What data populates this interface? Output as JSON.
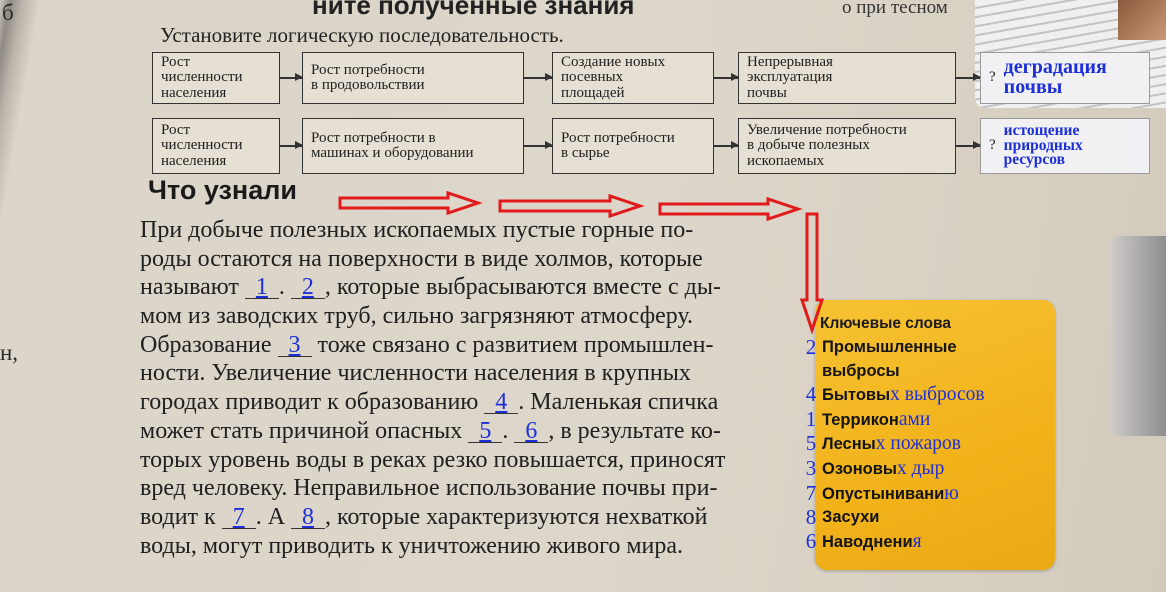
{
  "page": {
    "heading_fragment": "ните полученные знания",
    "corner_fragment": "о при тесном",
    "margin_fragments": [
      "б",
      "н,"
    ]
  },
  "task": {
    "instruction": "Установите логическую последовательность.",
    "rows": [
      {
        "boxes": [
          "Рост\nчисленности\nнаселения",
          "Рост потребности\nв продовольствии",
          "Создание новых\nпосевных\nплощадей",
          "Непрерывная\nэксплуатация\nпочвы"
        ],
        "answer_mark": "?",
        "answer": "деградация\nпочвы"
      },
      {
        "boxes": [
          "Рост\nчисленности\nнаселения",
          "Рост потребности в\nмашинах и оборудовании",
          "Рост потребности\nв сырье",
          "Увеличение потребности\nв добыче полезных\nископаемых"
        ],
        "answer_mark": "?",
        "answer": "истощение\nприродных\nресурсов"
      }
    ]
  },
  "summary": {
    "title": "Что узнали",
    "lines": [
      [
        "При добыче полезных ископаемых пустые горные по-"
      ],
      [
        "роды остаются на поверхности в виде холмов, которые"
      ],
      [
        "называют ",
        "1",
        ". ",
        "2",
        ", которые выбрасываются вместе с ды-"
      ],
      [
        "мом из заводских труб, сильно загрязняют атмосферу."
      ],
      [
        "Образование ",
        "3",
        " тоже связано с развитием промышлен-"
      ],
      [
        "ности. Увеличение численности населения в крупных"
      ],
      [
        "городах приводит к образованию ",
        "4",
        ". Маленькая спичка"
      ],
      [
        "может стать причиной опасных ",
        "5",
        ". ",
        "6",
        ", в результате ко-"
      ],
      [
        "торых уровень воды в реках резко повышается, приносят"
      ],
      [
        "вред человеку. Неправильное использование почвы при-"
      ],
      [
        "водит к ",
        "7",
        ". А ",
        "8",
        ", которые характеризуются нехваткой"
      ],
      [
        "воды, могут приводить к уничтожению живого мира."
      ]
    ]
  },
  "keywords": {
    "title": "Ключевые слова",
    "items": [
      {
        "num": "2",
        "printed": "Промышленные\nвыбросы"
      },
      {
        "num": "4",
        "printed": "Бытовы",
        "added": "х выбросов"
      },
      {
        "num": "1",
        "printed": "Террикон",
        "added": "ами"
      },
      {
        "num": "5",
        "printed": "Лесны",
        "added": "х пожаров"
      },
      {
        "num": "3",
        "printed": "Озоновы",
        "added": "х дыр"
      },
      {
        "num": "7",
        "printed": "Опустынивани",
        "added": "ю"
      },
      {
        "num": "8",
        "printed": "Засухи"
      },
      {
        "num": "6",
        "printed": "Наводнени",
        "added": "я"
      }
    ]
  },
  "colors": {
    "annotation_blue": "#1c2fd8",
    "arrow_red": "#e11b1b",
    "keyword_box": "#f2b21a"
  }
}
